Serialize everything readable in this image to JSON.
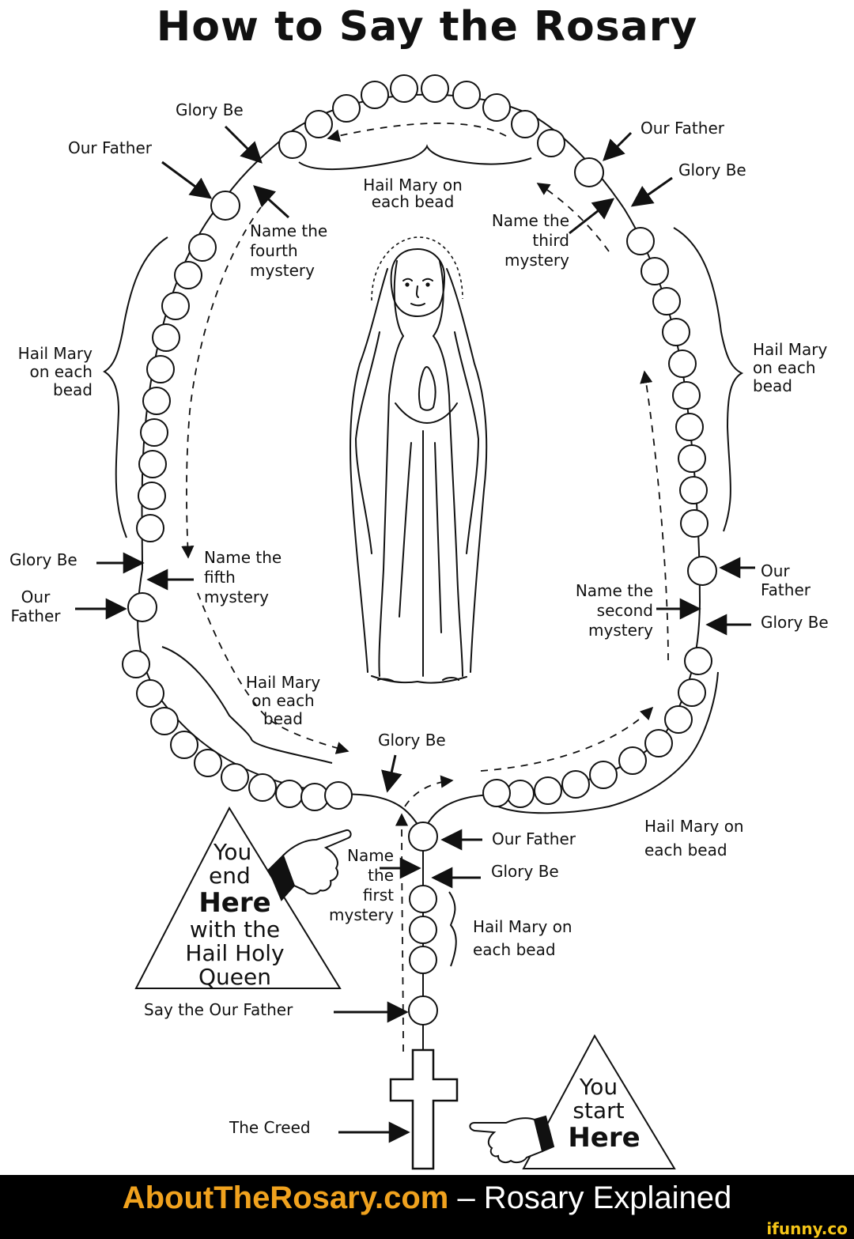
{
  "title": "How to Say the Rosary",
  "labels": {
    "glory_be_top_left": "Glory Be",
    "our_father_top_left": "Our Father",
    "our_father_top_right": "Our Father",
    "glory_be_top_right": "Glory Be",
    "hail_mary_top": "Hail Mary on\neach bead",
    "name_fourth_mystery": "Name the\nfourth\nmystery",
    "name_third_mystery": "Name the\nthird\nmystery",
    "hail_mary_left": "Hail Mary\non each\nbead",
    "hail_mary_right": "Hail Mary\non each\nbead",
    "glory_be_mid_left": "Glory Be",
    "our_father_mid_left": "Our\nFather",
    "name_fifth_mystery": "Name the\nfifth\nmystery",
    "our_father_mid_right": "Our\nFather",
    "glory_be_mid_right": "Glory Be",
    "name_second_mystery": "Name the\nsecond\nmystery",
    "hail_mary_bottom_left": "Hail Mary\non each\nbead",
    "glory_be_center": "Glory Be",
    "hail_mary_bottom_right": "Hail Mary on\neach bead",
    "our_father_pendant": "Our Father",
    "glory_be_pendant": "Glory Be",
    "name_first_mystery": "Name\nthe\nfirst\nmystery",
    "hail_mary_pendant": "Hail Mary on\neach bead",
    "say_our_father": "Say the Our Father",
    "the_creed": "The Creed"
  },
  "end_triangle": {
    "line1": "You",
    "line2": "end",
    "line3": "Here",
    "line4": "with the",
    "line5": "Hail Holy",
    "line6": "Queen"
  },
  "start_triangle": {
    "line1": "You",
    "line2": "start",
    "line3": "Here"
  },
  "footer": {
    "brand": "AboutTheRosary.com",
    "rest": " – Rosary Explained"
  },
  "watermark": "ifunny.co",
  "colors": {
    "brand": "#f0a21e",
    "footer_bg": "#000000",
    "ink": "#111111"
  }
}
